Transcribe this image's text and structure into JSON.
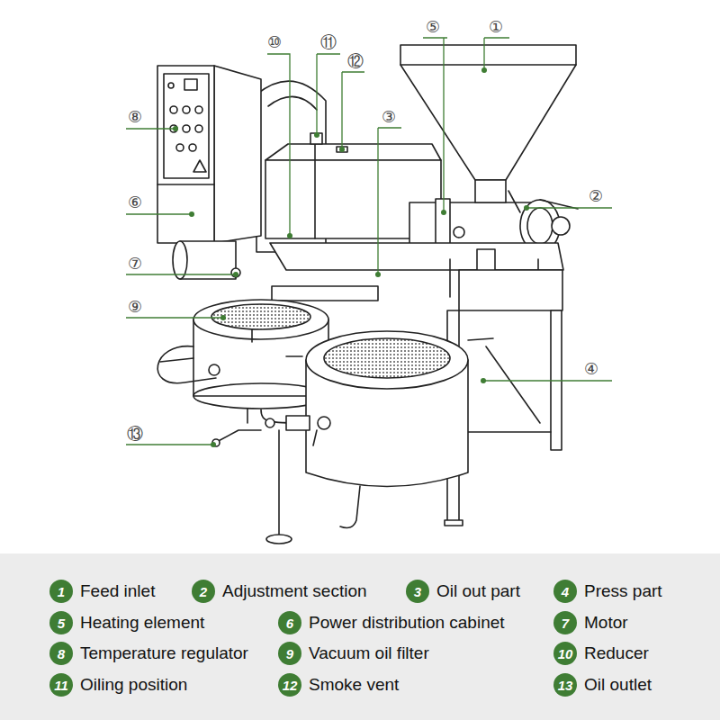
{
  "diagram": {
    "nodes": [
      {
        "text": [
          "1",
          "Feed inlet"
        ]
      },
      {
        "text": [
          "2",
          "Adjustment section"
        ]
      },
      {
        "text": [
          "3",
          "Oil out part"
        ]
      },
      {
        "text": [
          "4",
          "Press part"
        ]
      },
      {
        "text": [
          "5",
          "Heating element"
        ]
      },
      {
        "text": [
          "6",
          "Power distribution cabinet"
        ]
      },
      {
        "text": [
          "7",
          "Motor"
        ]
      },
      {
        "text": [
          "8",
          "Temperature regulator"
        ]
      },
      {
        "text": [
          "9",
          "Vacuum oil filter"
        ]
      },
      {
        "text": [
          "10",
          "Reducer"
        ]
      },
      {
        "text": [
          "11",
          "Oiling position"
        ]
      },
      {
        "text": [
          "12",
          "Smoke vent"
        ]
      },
      {
        "text": [
          "13",
          "Oil outlet"
        ]
      }
    ],
    "labels": [
      "⑩",
      "⑪",
      "⑤",
      "①",
      "⑫",
      "⑧",
      "③",
      "②",
      "⑥",
      "⑦",
      "⑨",
      "④",
      "⑬"
    ]
  }
}
